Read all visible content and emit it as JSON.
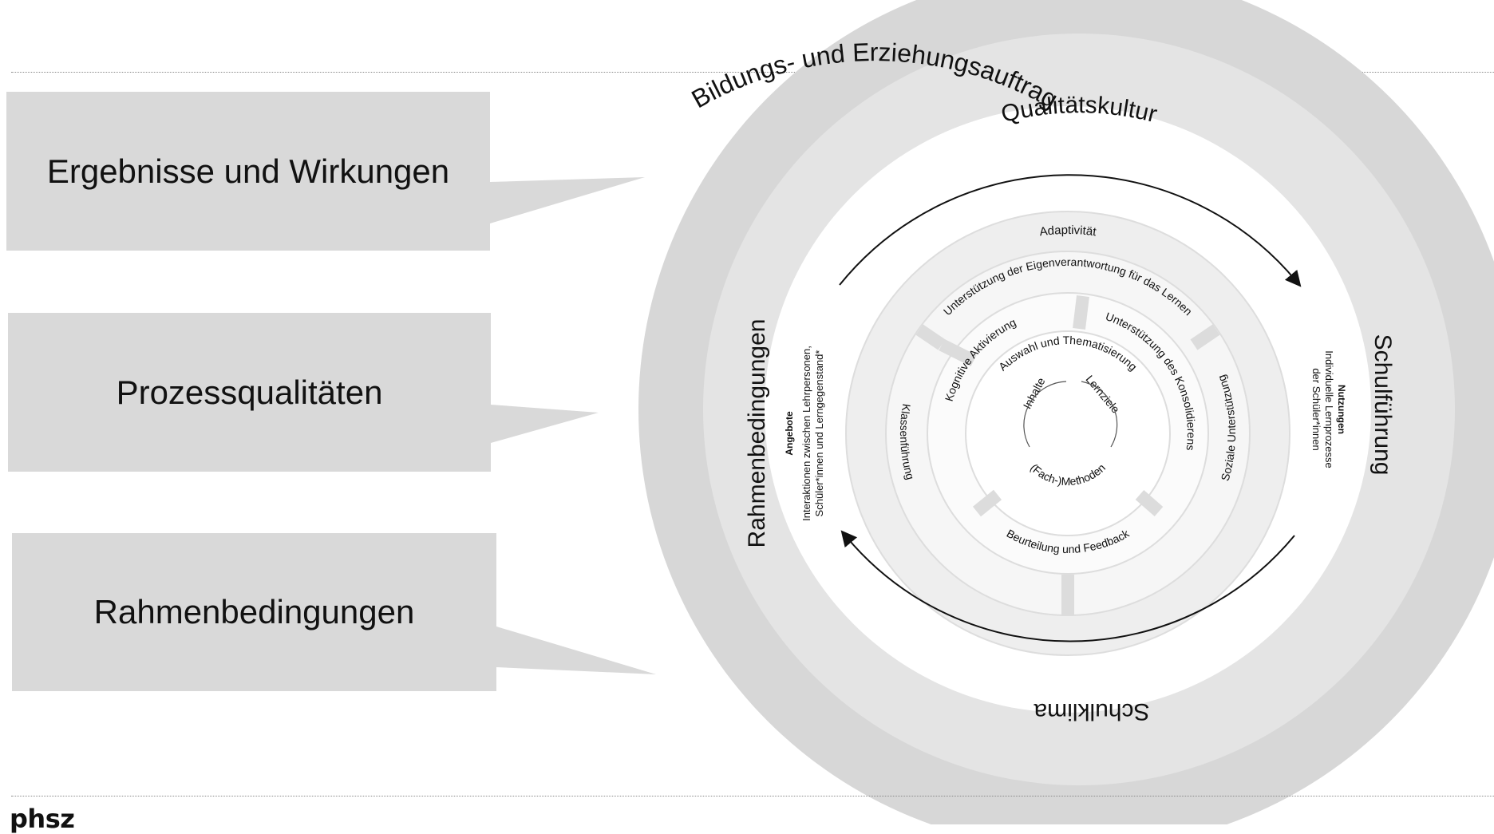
{
  "callouts": [
    {
      "label": "Ergebnisse und Wirkungen"
    },
    {
      "label": "Prozessqualitäten"
    },
    {
      "label": "Rahmenbedingungen"
    }
  ],
  "rings": {
    "outer": "Bildungs- und Erziehungsauftrag",
    "second": "Qualitätskultur",
    "left": "Rahmenbedingungen",
    "right": "Schulführung",
    "bottom": "Schulklima"
  },
  "angebote": {
    "title": "Angebote",
    "line1": "Interaktionen zwischen Lehrpersonen,",
    "line2": "Schüler*innen und Lerngegenstand*"
  },
  "nutzungen": {
    "title": "Nutzungen",
    "line1": "Individuelle Lernprozesse",
    "line2": "der Schüler*innen"
  },
  "process_rings": {
    "adaptivity": "Adaptivität",
    "eigenverantwortung": "Unterstützung der Eigenverantwortung für das Lernen",
    "sozial": "Soziale Unterstützung",
    "klassen": "Klassenführung",
    "kognitiv": "Kognitive Aktivierung",
    "konsolidieren": "Unterstützung des Konsolidierens",
    "beurteilung": "Beurteilung und Feedback",
    "auswahl": "Auswahl und Thematisierung",
    "inhalte": "Inhalte",
    "lernziele": "Lernziele",
    "methoden": "(Fach-)Methoden"
  },
  "logo": "phsz",
  "colors": {
    "box": "#d9d9d9",
    "outer_ring": "#d7d7d7",
    "second_ring": "#e4e4e4",
    "inner_disc": "#ffffff",
    "process_ring": "#eeeeee",
    "text": "#111111"
  }
}
